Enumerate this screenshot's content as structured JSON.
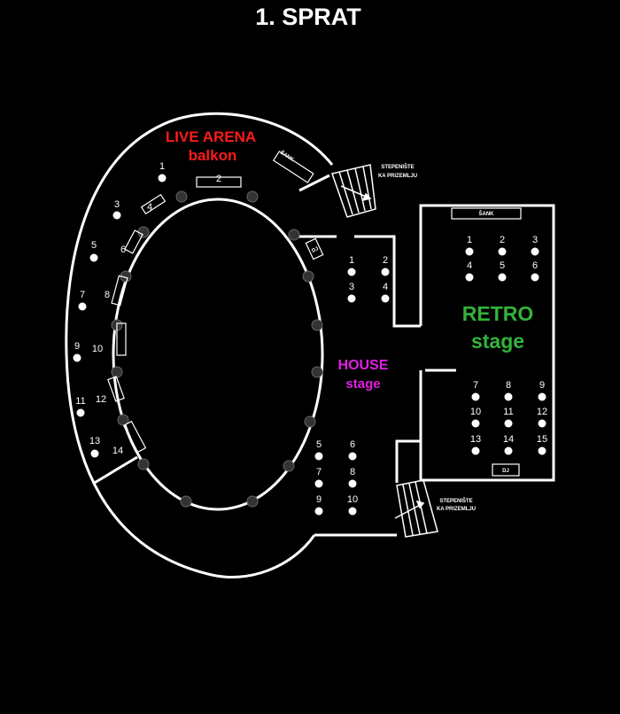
{
  "title": "1. SPRAT",
  "zones": {
    "live_arena_line1": "LIVE ARENA",
    "live_arena_line2": "balkon",
    "house_line1": "HOUSE",
    "house_line2": "stage",
    "retro_line1": "RETRO",
    "retro_line2": "stage"
  },
  "labels": {
    "bar": "ŠANK",
    "dj": "DJ",
    "stairs_line1": "STEPENIŠTE",
    "stairs_line2": "KA PRIZEMLJU"
  },
  "colors": {
    "live_arena": "#ff1a1a",
    "house": "#e020e0",
    "retro": "#33b33a"
  },
  "balcony_tables": [
    "1",
    "2",
    "3",
    "4",
    "5",
    "6",
    "7",
    "8",
    "9",
    "10",
    "11",
    "12",
    "13",
    "14"
  ],
  "house_tables": [
    "1",
    "2",
    "3",
    "4",
    "5",
    "6",
    "7",
    "8",
    "9",
    "10"
  ],
  "retro_tables": [
    "1",
    "2",
    "3",
    "4",
    "5",
    "6",
    "7",
    "8",
    "9",
    "10",
    "11",
    "12",
    "13",
    "14",
    "15"
  ]
}
